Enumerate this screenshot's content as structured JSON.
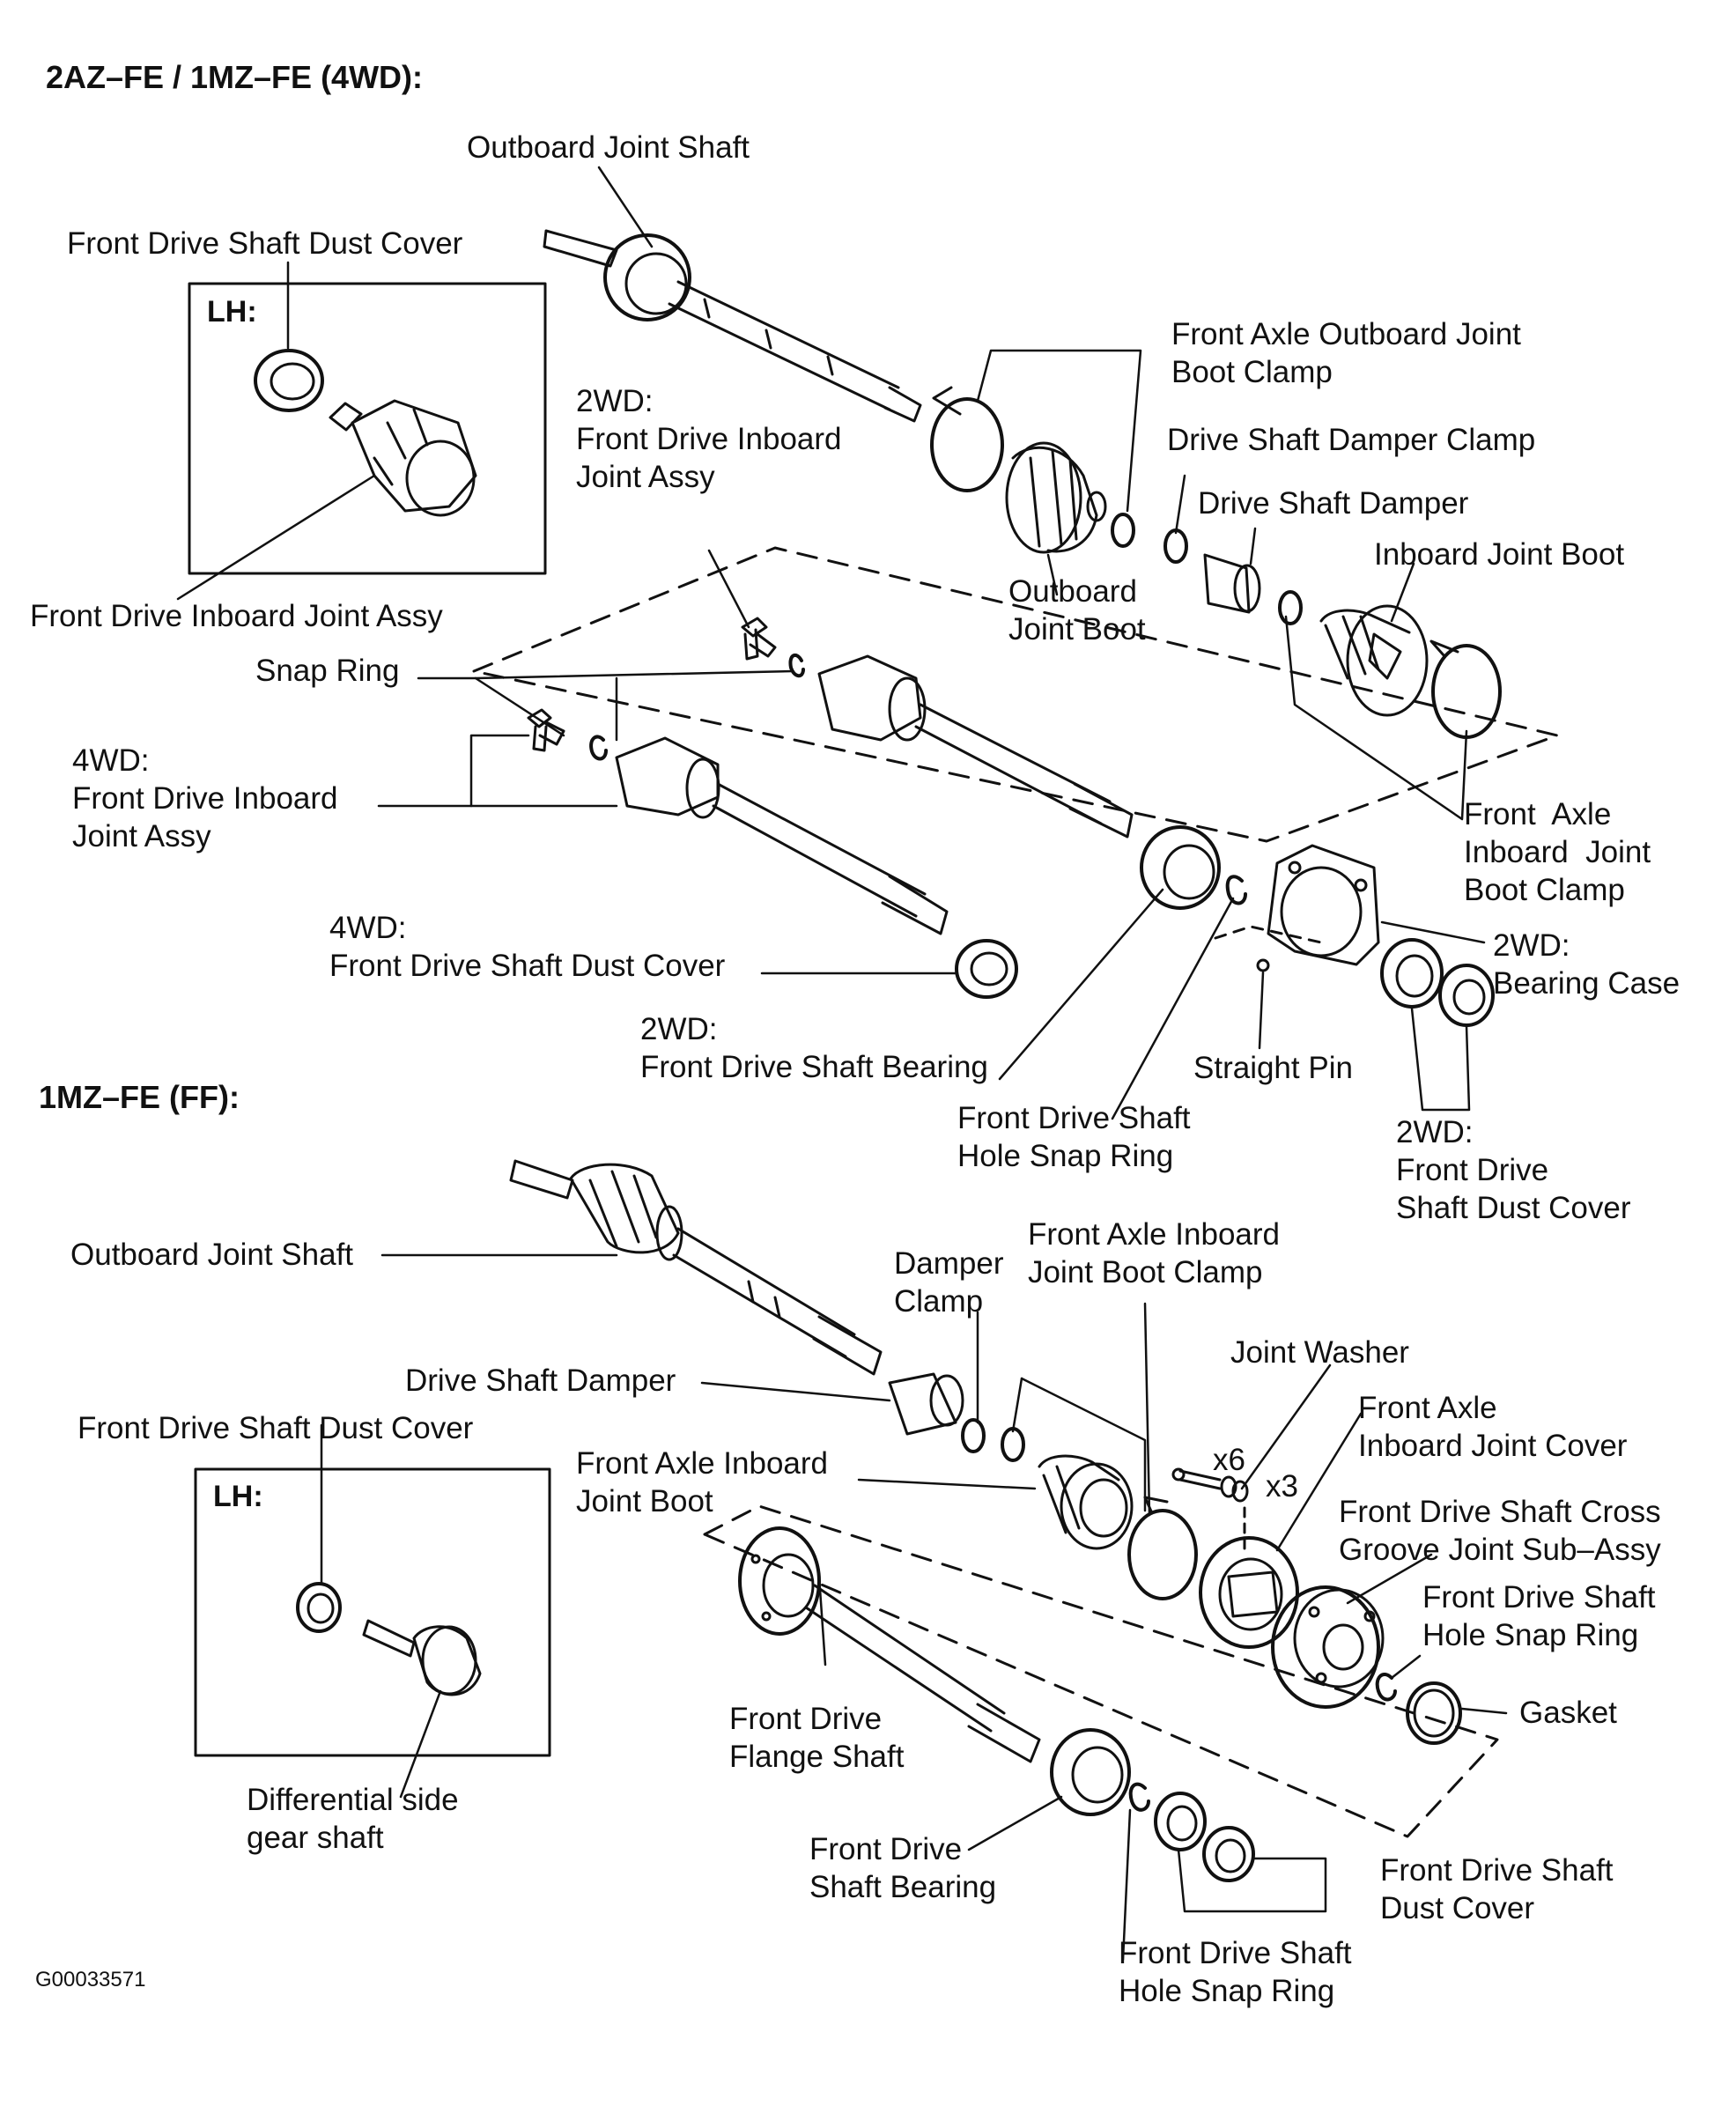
{
  "sections": {
    "top_heading": "2AZ–FE / 1MZ–FE (4WD):",
    "bottom_heading": "1MZ–FE (FF):"
  },
  "figure_code": "G00033571",
  "top_labels": {
    "outboard_joint_shaft": "Outboard Joint Shaft",
    "lh_dust_cover": "Front Drive Shaft Dust Cover",
    "lh_box_title": "LH:",
    "lh_inboard_joint": "Front Drive Inboard Joint Assy",
    "outboard_boot_clamp": "Front Axle Outboard Joint\nBoot Clamp",
    "damper_clamp": "Drive Shaft Damper Clamp",
    "damper": "Drive Shaft Damper",
    "inboard_joint_boot": "Inboard Joint Boot",
    "outboard_joint_boot": "Outboard\nJoint Boot",
    "twowd_inboard_joint": "2WD:\nFront Drive Inboard\nJoint Assy",
    "snap_ring": "Snap Ring",
    "fourwd_inboard_joint": "4WD:\nFront Drive Inboard\nJoint Assy",
    "inboard_boot_clamp": "Front  Axle\nInboard  Joint\nBoot Clamp",
    "fourwd_dust_cover": "4WD:\nFront Drive Shaft Dust Cover",
    "bearing_case": "2WD:\nBearing Case",
    "twowd_bearing": "2WD:\nFront Drive Shaft Bearing",
    "straight_pin": "Straight Pin",
    "hole_snap_ring": "Front Drive Shaft\nHole Snap Ring",
    "twowd_dust_cover": "2WD:\nFront Drive\nShaft Dust Cover"
  },
  "bottom_labels": {
    "outboard_joint_shaft": "Outboard Joint Shaft",
    "damper_clamp": "Damper\nClamp",
    "inboard_boot_clamp": "Front Axle Inboard\nJoint Boot Clamp",
    "drive_shaft_damper": "Drive Shaft Damper",
    "joint_washer": "Joint Washer",
    "dust_cover_lh": "Front Drive Shaft Dust Cover",
    "inboard_joint_cover": "Front Axle\nInboard Joint Cover",
    "inboard_joint_boot": "Front Axle Inboard\nJoint Boot",
    "cross_groove_joint": "Front Drive Shaft Cross\nGroove Joint Sub–Assy",
    "lh_box_title": "LH:",
    "hole_snap_ring_right": "Front Drive Shaft\nHole Snap Ring",
    "gasket": "Gasket",
    "flange_shaft": "Front Drive\nFlange Shaft",
    "diff_side_gear_shaft": "Differential side\ngear shaft",
    "bearing": "Front Drive\nShaft Bearing",
    "dust_cover_right": "Front Drive Shaft\nDust Cover",
    "hole_snap_ring_bottom": "Front Drive Shaft\nHole Snap Ring",
    "bolt_qty": "x6",
    "washer_qty": "x3"
  }
}
